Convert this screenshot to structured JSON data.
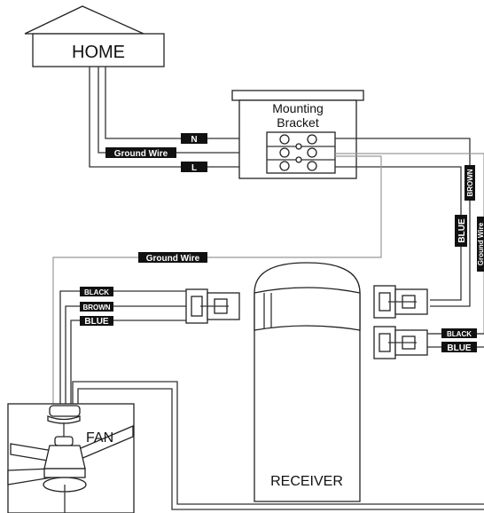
{
  "home": {
    "label": "HOME"
  },
  "bracket": {
    "label_line1": "Mounting",
    "label_line2": "Bracket"
  },
  "wire_tags": {
    "neutral": "N",
    "live": "L",
    "ground_top": "Ground Wire",
    "ground_mid": "Ground Wire",
    "ground_right": "Ground Wire",
    "brown_vertical": "BROWN",
    "blue_vertical": "BLUE"
  },
  "fan_wires": {
    "black": "BLACK",
    "brown": "BROWN",
    "blue": "BLUE"
  },
  "receiver_out_wires": {
    "black": "BLACK",
    "blue": "BLUE"
  },
  "fan": {
    "label": "FAN"
  },
  "receiver": {
    "label": "RECEIVER"
  }
}
